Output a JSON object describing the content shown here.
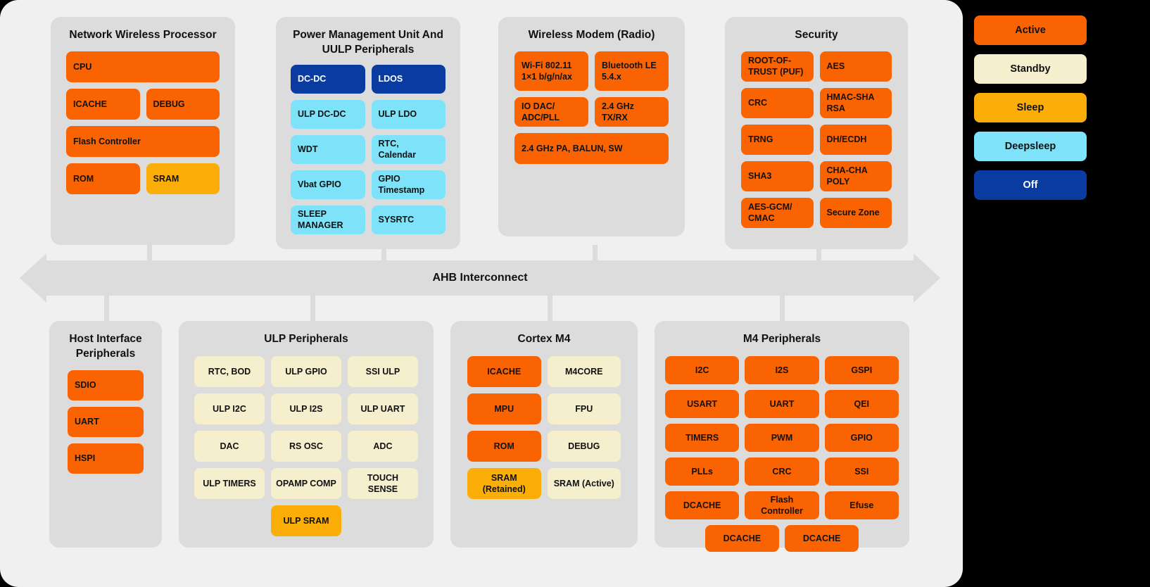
{
  "legend": {
    "items": [
      {
        "label": "Active",
        "color": "#F96302",
        "state": "active"
      },
      {
        "label": "Standby",
        "color": "#F5EFCD",
        "state": "standby"
      },
      {
        "label": "Sleep",
        "color": "#FBAE08",
        "state": "sleep"
      },
      {
        "label": "Deepsleep",
        "color": "#7EE3F9",
        "state": "deepsleep"
      },
      {
        "label": "Off",
        "color": "#0A3BA0",
        "state": "off"
      }
    ]
  },
  "interconnect": {
    "label": "AHB Interconnect"
  },
  "groups": {
    "nwp": {
      "title": "Network Wireless Processor"
    },
    "pmu": {
      "title": "Power Management Unit And UULP Peripherals"
    },
    "modem": {
      "title": "Wireless Modem (Radio)"
    },
    "security": {
      "title": "Security"
    },
    "host": {
      "title": "Host Interface Peripherals"
    },
    "ulp": {
      "title": "ULP Peripherals"
    },
    "m4": {
      "title": "Cortex M4"
    },
    "m4p": {
      "title": "M4 Peripherals"
    }
  },
  "nwp_cells": [
    {
      "label": "CPU",
      "state": "active"
    },
    {
      "label": "ICACHE",
      "state": "active"
    },
    {
      "label": "DEBUG",
      "state": "active"
    },
    {
      "label": "Flash Controller",
      "state": "active"
    },
    {
      "label": "ROM",
      "state": "active"
    },
    {
      "label": "SRAM",
      "state": "sleep"
    }
  ],
  "pmu_cells": [
    {
      "label": "DC-DC",
      "state": "off"
    },
    {
      "label": "LDOS",
      "state": "off"
    },
    {
      "label": "ULP DC-DC",
      "state": "deepsleep"
    },
    {
      "label": "ULP LDO",
      "state": "deepsleep"
    },
    {
      "label": "WDT",
      "state": "deepsleep"
    },
    {
      "label": "RTC, Calendar",
      "state": "deepsleep"
    },
    {
      "label": "Vbat GPIO",
      "state": "deepsleep"
    },
    {
      "label": "GPIO Timestamp",
      "state": "deepsleep"
    },
    {
      "label": "SLEEP MANAGER",
      "state": "deepsleep"
    },
    {
      "label": "SYSRTC",
      "state": "deepsleep"
    }
  ],
  "modem_cells": [
    {
      "label": "Wi-Fi 802.11 1×1 b/g/n/ax",
      "state": "active"
    },
    {
      "label": "Bluetooth LE 5.4.x",
      "state": "active"
    },
    {
      "label": "IO DAC/ ADC/PLL",
      "state": "active"
    },
    {
      "label": "2.4 GHz TX/RX",
      "state": "active"
    },
    {
      "label": "2.4 GHz PA, BALUN, SW",
      "state": "active"
    }
  ],
  "security_cells": [
    {
      "label": "ROOT-OF-TRUST (PUF)",
      "state": "active"
    },
    {
      "label": "AES",
      "state": "active"
    },
    {
      "label": "CRC",
      "state": "active"
    },
    {
      "label": "HMAC-SHA RSA",
      "state": "active"
    },
    {
      "label": "TRNG",
      "state": "active"
    },
    {
      "label": "DH/ECDH",
      "state": "active"
    },
    {
      "label": "SHA3",
      "state": "active"
    },
    {
      "label": "CHA-CHA POLY",
      "state": "active"
    },
    {
      "label": "AES-GCM/ CMAC",
      "state": "active"
    },
    {
      "label": "Secure Zone",
      "state": "active"
    }
  ],
  "host_cells": [
    {
      "label": "SDIO",
      "state": "active"
    },
    {
      "label": "UART",
      "state": "active"
    },
    {
      "label": "HSPI",
      "state": "active"
    }
  ],
  "ulp_cells": [
    {
      "label": "RTC, BOD",
      "state": "standby"
    },
    {
      "label": "ULP GPIO",
      "state": "standby"
    },
    {
      "label": "SSI ULP",
      "state": "standby"
    },
    {
      "label": "ULP I2C",
      "state": "standby"
    },
    {
      "label": "ULP I2S",
      "state": "standby"
    },
    {
      "label": "ULP UART",
      "state": "standby"
    },
    {
      "label": "DAC",
      "state": "standby"
    },
    {
      "label": "RS OSC",
      "state": "standby"
    },
    {
      "label": "ADC",
      "state": "standby"
    },
    {
      "label": "ULP TIMERS",
      "state": "standby"
    },
    {
      "label": "OPAMP COMP",
      "state": "standby"
    },
    {
      "label": "TOUCH SENSE",
      "state": "standby"
    }
  ],
  "ulp_extra": [
    {
      "label": "ULP SRAM",
      "state": "sleep"
    }
  ],
  "m4_cells": [
    {
      "label": "ICACHE",
      "state": "active"
    },
    {
      "label": "M4CORE",
      "state": "standby"
    },
    {
      "label": "MPU",
      "state": "active"
    },
    {
      "label": "FPU",
      "state": "standby"
    },
    {
      "label": "ROM",
      "state": "active"
    },
    {
      "label": "DEBUG",
      "state": "standby"
    },
    {
      "label": "SRAM (Retained)",
      "state": "sleep"
    },
    {
      "label": "SRAM (Active)",
      "state": "standby"
    }
  ],
  "m4p_cells": [
    {
      "label": "I2C",
      "state": "active"
    },
    {
      "label": "I2S",
      "state": "active"
    },
    {
      "label": "GSPI",
      "state": "active"
    },
    {
      "label": "USART",
      "state": "active"
    },
    {
      "label": "UART",
      "state": "active"
    },
    {
      "label": "QEI",
      "state": "active"
    },
    {
      "label": "TIMERS",
      "state": "active"
    },
    {
      "label": "PWM",
      "state": "active"
    },
    {
      "label": "GPIO",
      "state": "active"
    },
    {
      "label": "PLLs",
      "state": "active"
    },
    {
      "label": "CRC",
      "state": "active"
    },
    {
      "label": "SSI",
      "state": "active"
    },
    {
      "label": "DCACHE",
      "state": "active"
    },
    {
      "label": "Flash Controller",
      "state": "active"
    },
    {
      "label": "Efuse",
      "state": "active"
    }
  ],
  "m4p_extra": [
    {
      "label": "DCACHE",
      "state": "active"
    },
    {
      "label": "DCACHE",
      "state": "active"
    }
  ]
}
